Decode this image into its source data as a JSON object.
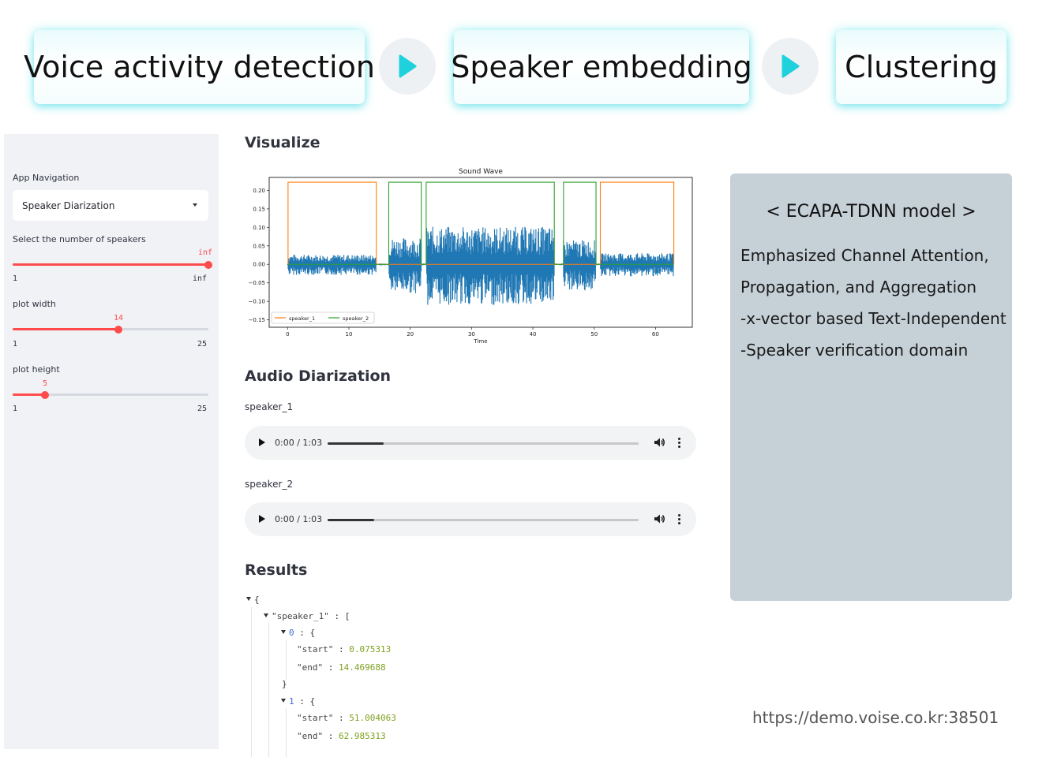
{
  "pipeline": {
    "stages": [
      "Voice activity detection",
      "Speaker embedding",
      "Clustering"
    ],
    "accent": "#1fd1dc"
  },
  "sidebar": {
    "nav_label": "App Navigation",
    "nav_value": "Speaker Diarization",
    "speakers_label": "Select the number of speakers",
    "speakers_value": "inf",
    "speakers_min": "1",
    "speakers_max": "inf",
    "speakers_level": 1.0,
    "width_label": "plot width",
    "width_value": "14",
    "width_min": "1",
    "width_max": "25",
    "height_label": "plot height",
    "height_value": "5",
    "height_min": "1",
    "height_max": "25",
    "slider_color": "#ff4b4b"
  },
  "main": {
    "visualize_heading": "Visualize",
    "diarization_heading": "Audio Diarization",
    "results_heading": "Results",
    "audio": [
      {
        "label": "speaker_1",
        "time": "0:00 / 1:03",
        "progress": 0.18
      },
      {
        "label": "speaker_2",
        "time": "0:00 / 1:03",
        "progress": 0.15
      }
    ]
  },
  "chart_data": {
    "type": "line",
    "title": "Sound Wave",
    "xlabel": "Time",
    "ylabel": "",
    "xlim": [
      -3,
      66
    ],
    "ylim": [
      -0.17,
      0.235
    ],
    "xticks": [
      0,
      10,
      20,
      30,
      40,
      50,
      60
    ],
    "yticks": [
      -0.15,
      -0.1,
      -0.05,
      0.0,
      0.05,
      0.1,
      0.15,
      0.2
    ],
    "ytick_labels": [
      "−0.15",
      "−0.10",
      "−0.05",
      "0.00",
      "0.05",
      "0.10",
      "0.15",
      "0.20"
    ],
    "series": [
      {
        "name": "speaker_1",
        "color": "#ff7f0e",
        "segments": [
          [
            0.075,
            14.47
          ],
          [
            51.0,
            62.99
          ]
        ]
      },
      {
        "name": "speaker_2",
        "color": "#2ca02c",
        "segments": [
          [
            16.5,
            21.8
          ],
          [
            22.6,
            43.5
          ],
          [
            45.0,
            50.3
          ]
        ]
      }
    ],
    "waveform_color": "#1f77b4",
    "legend": "lower-left",
    "grid": false
  },
  "results": {
    "speaker_1_key": "\"speaker_1\"",
    "entries": [
      {
        "index": "0",
        "start": "0.075313",
        "end": "14.469688"
      },
      {
        "index": "1",
        "start": "51.004063",
        "end": "62.985313"
      }
    ]
  },
  "info": {
    "title": "< ECAPA-TDNN model >",
    "lines": [
      "Emphasized Channel Attention,",
      "Propagation, and Aggregation",
      "-x-vector based Text-Independent",
      "-Speaker verification domain"
    ]
  },
  "url": "https://demo.voise.co.kr:38501"
}
